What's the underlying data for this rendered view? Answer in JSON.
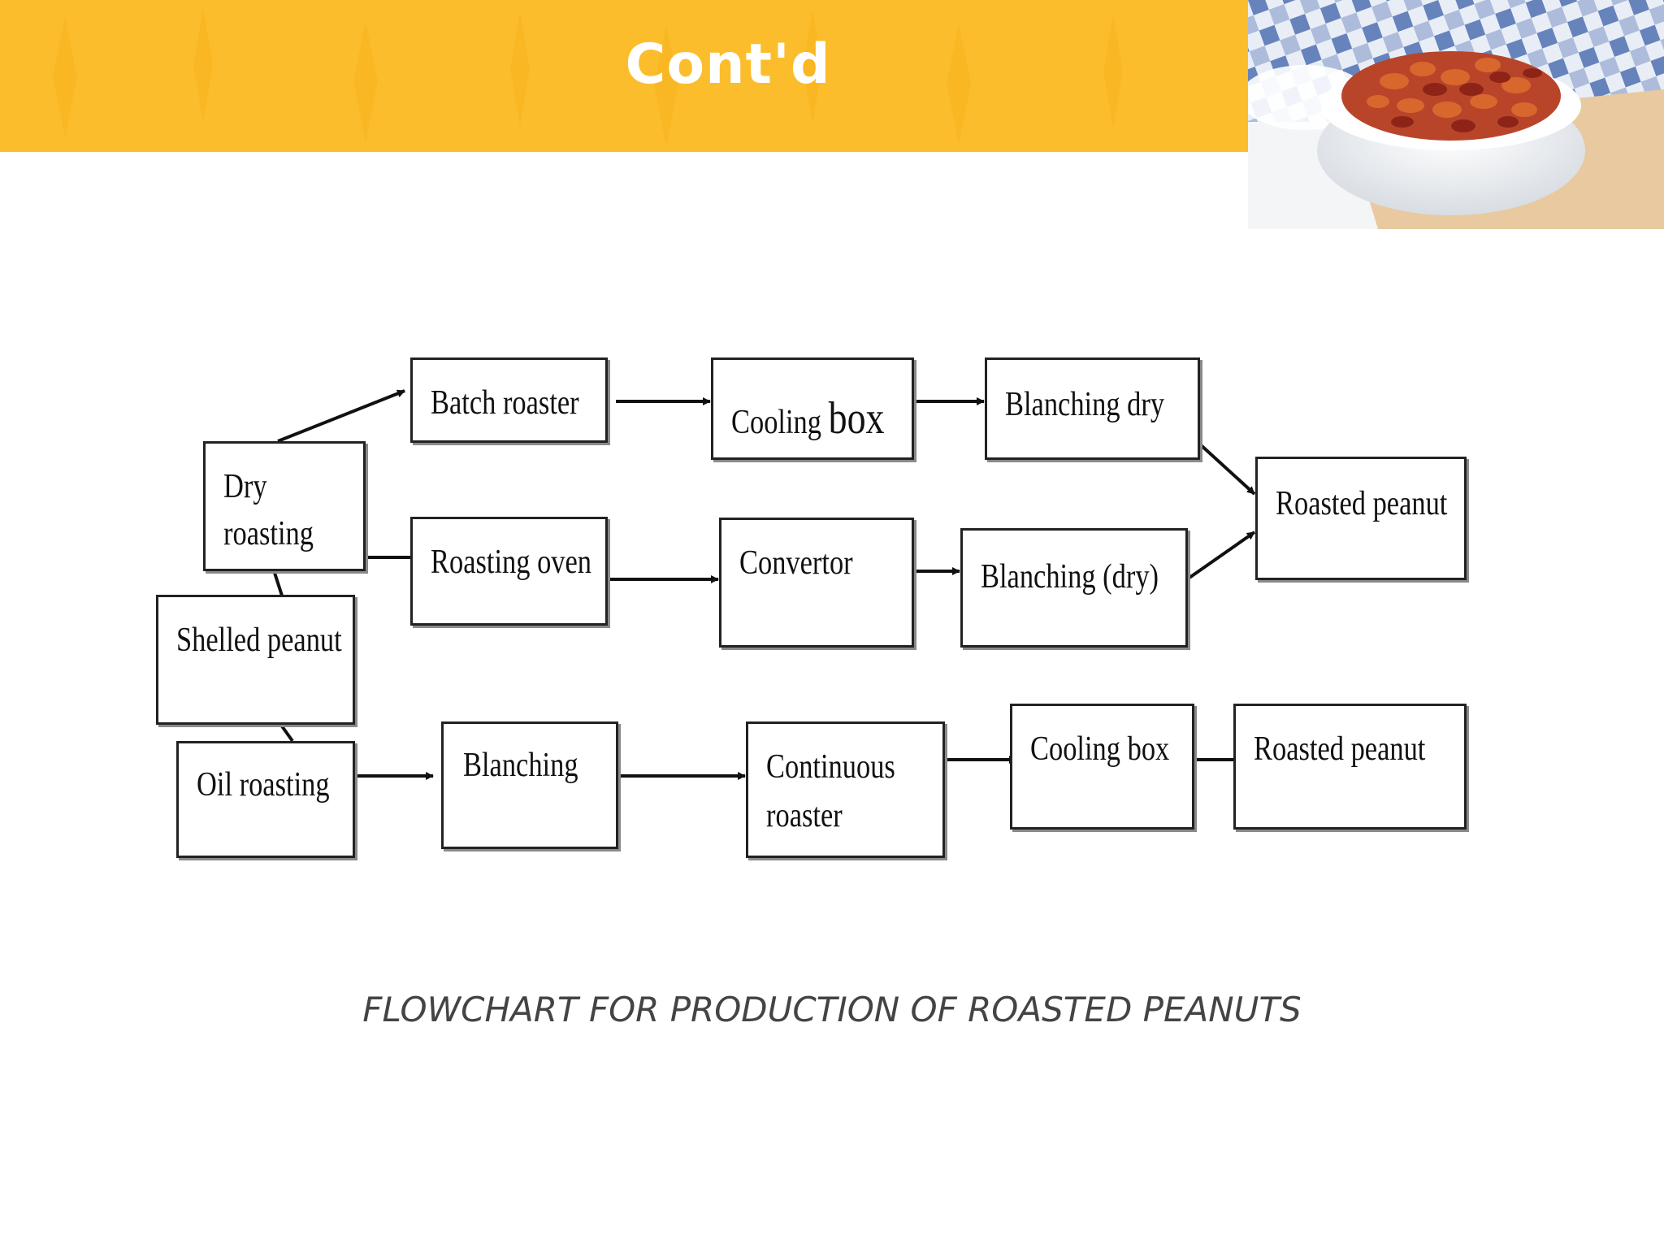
{
  "header": {
    "title": "Cont'd",
    "banner_color": "#FBBD2C",
    "image": "bowl-of-roasted-peanuts"
  },
  "flowchart": {
    "nodes": {
      "shelled_peanut": "Shelled peanut",
      "dry_roasting_line1": "Dry",
      "dry_roasting_line2": "roasting",
      "oil_roasting": "Oil roasting",
      "batch_roaster": "Batch roaster",
      "cooling_box_1_a": "Cooling ",
      "cooling_box_1_b": "box",
      "blanching_dry": "Blanching dry",
      "roasted_peanut_1": "Roasted peanut",
      "roasting_oven": "Roasting oven",
      "convertor": "Convertor",
      "blanching_dry_paren": "Blanching (dry)",
      "blanching": "Blanching",
      "continuous_roaster_line1": "Continuous",
      "continuous_roaster_line2": "roaster",
      "cooling_box_2": "Cooling box",
      "roasted_peanut_2": "Roasted peanut"
    }
  },
  "caption": "FLOWCHART FOR PRODUCTION OF ROASTED PEANUTS"
}
